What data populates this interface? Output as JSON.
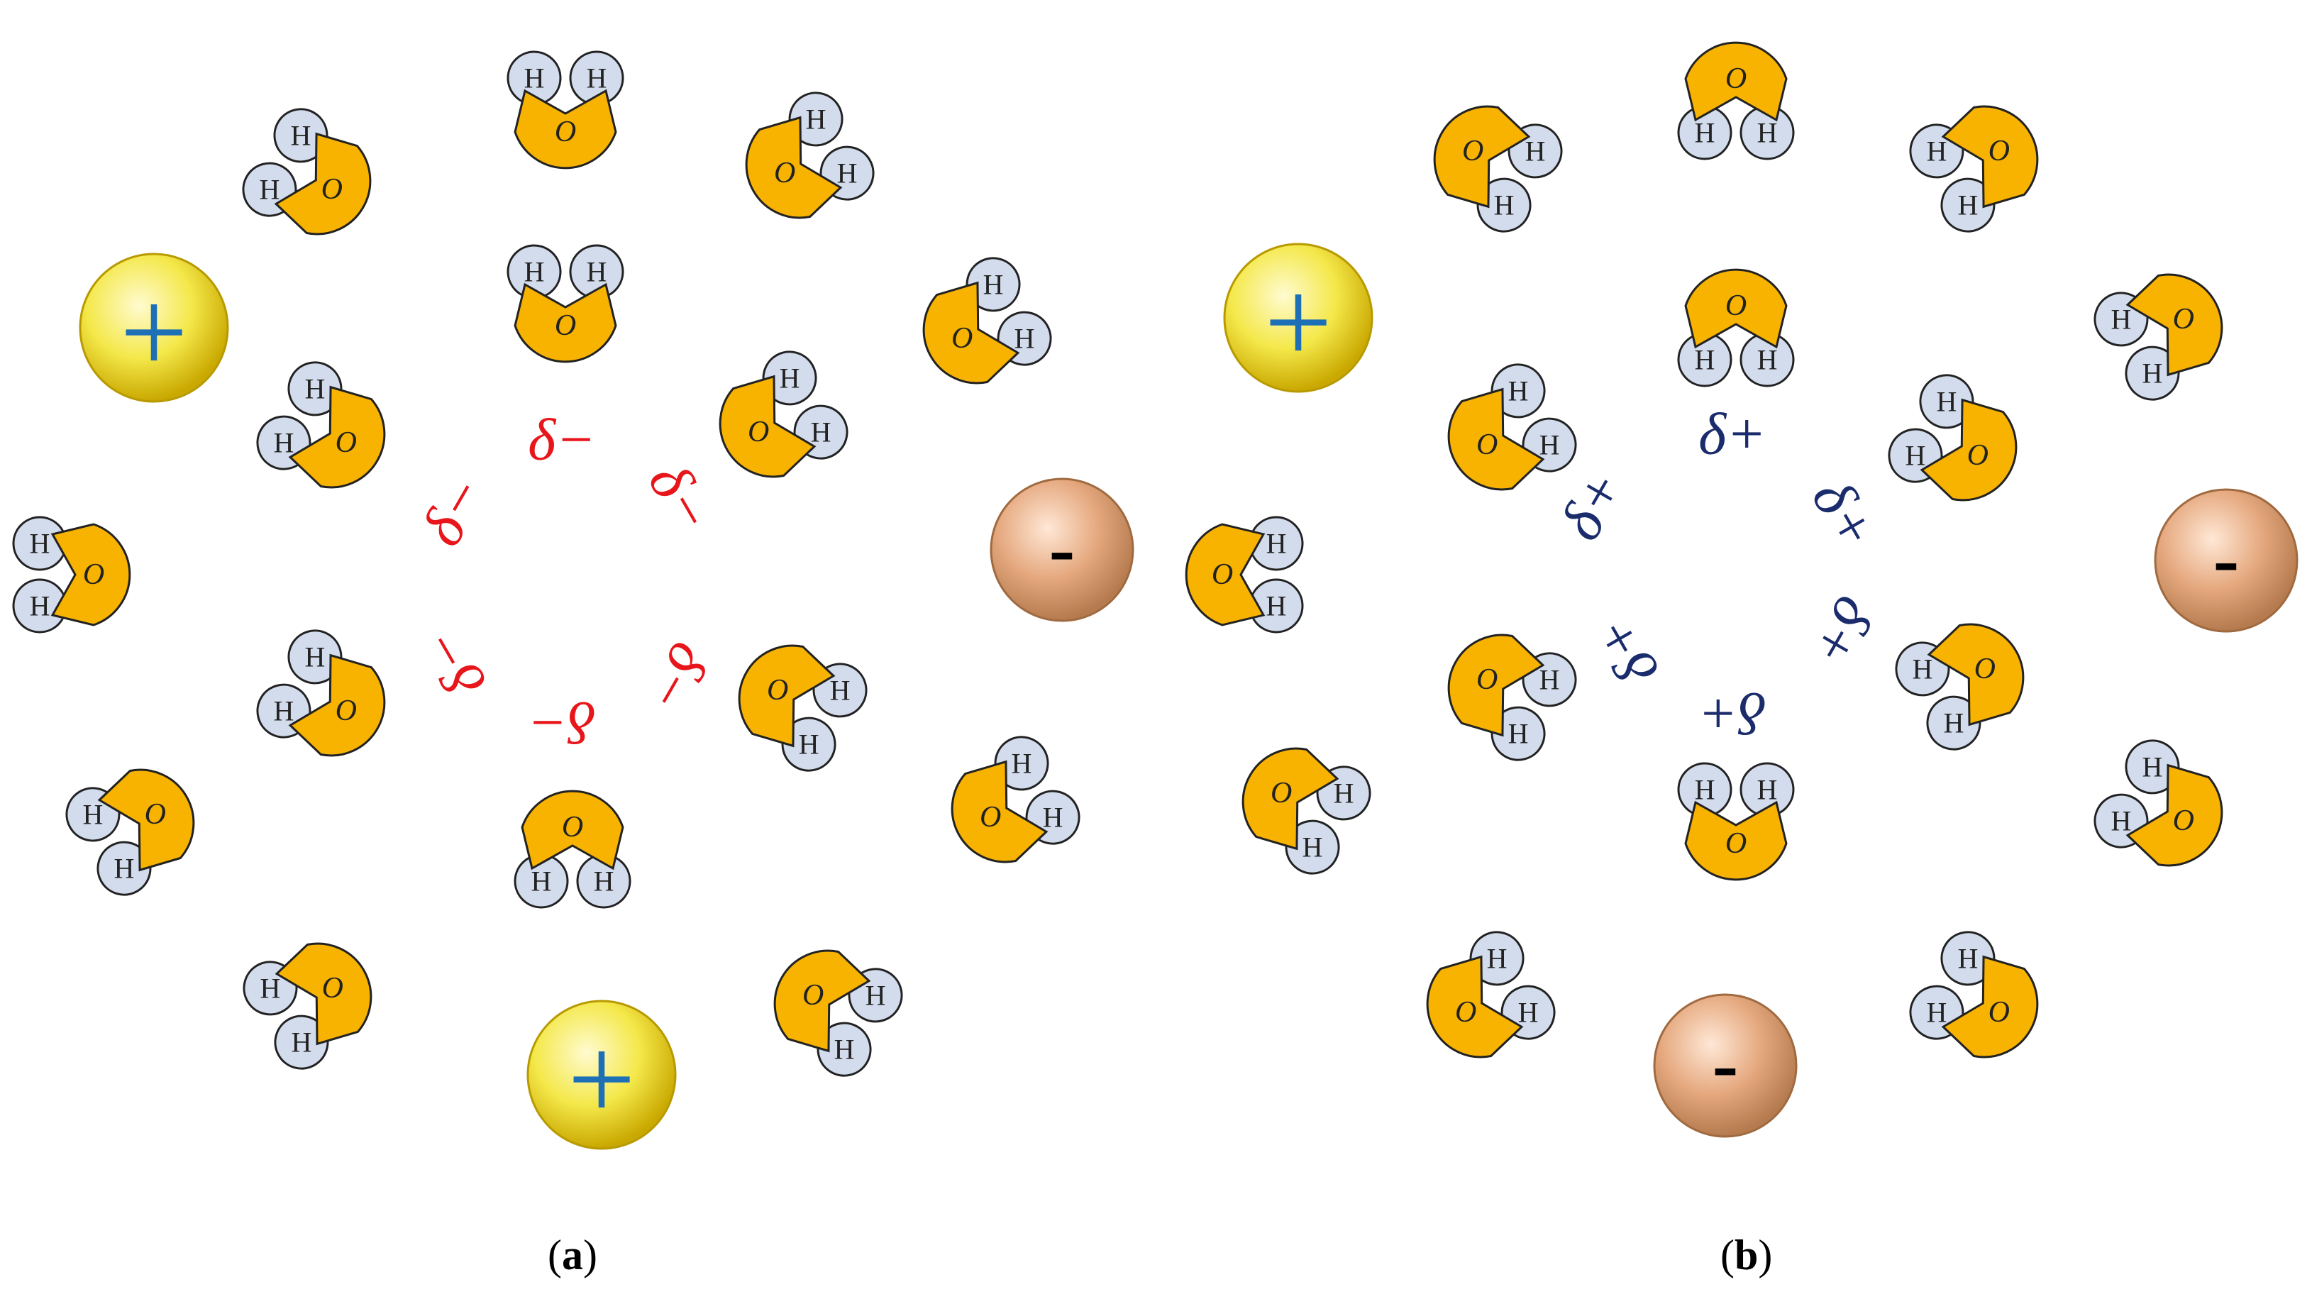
{
  "atoms": {
    "oxygen": "O",
    "hydrogen": "H"
  },
  "colors": {
    "oxygen_fill": "#F8B300",
    "hydrogen_fill": "#D3DCEC",
    "outline": "#222222",
    "cation_fill": "#F2E63C",
    "cation_sign": "#1D6FB6",
    "anion_fill": "#E5A87E",
    "anion_sign": "#000000",
    "delta_minus": "#E8161B",
    "delta_plus": "#1B2C6C"
  },
  "ions": {
    "cation_sign": "+",
    "anion_sign": "-"
  },
  "labels": {
    "delta_minus": "δ−",
    "delta_plus": "δ+"
  },
  "panels": [
    {
      "id": "a",
      "caption_open": "(",
      "caption_letter": "a",
      "caption_close": ")"
    },
    {
      "id": "b",
      "caption_open": "(",
      "caption_letter": "b",
      "caption_close": ")"
    }
  ]
}
